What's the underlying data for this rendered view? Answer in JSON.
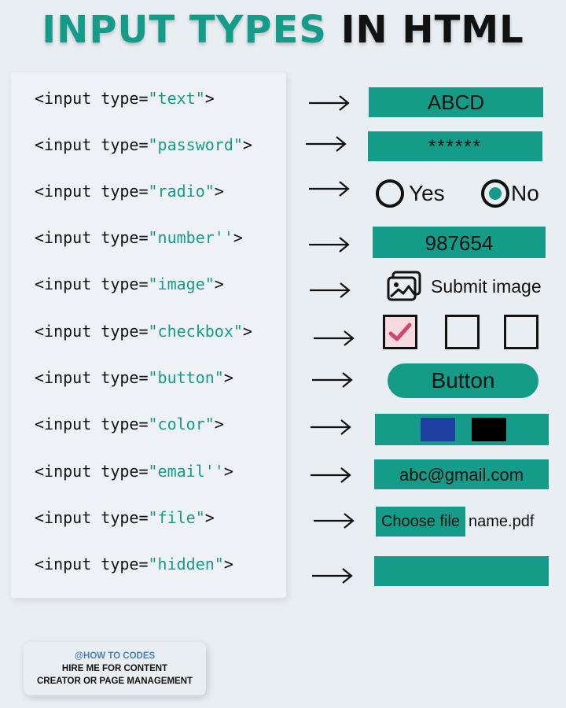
{
  "title": {
    "part1": "INPUT TYPES",
    "part2": "IN HTML"
  },
  "code_prefix": "<input type=",
  "rows": [
    {
      "type": "\"text\"",
      "suffix": ">"
    },
    {
      "type": "\"password\"",
      "suffix": ">"
    },
    {
      "type": "\"radio\"",
      "suffix": ">"
    },
    {
      "type": "\"number''",
      "suffix": ">"
    },
    {
      "type": "\"image\"",
      "suffix": ">"
    },
    {
      "type": "\"checkbox\"",
      "suffix": ">"
    },
    {
      "type": "\"button\"",
      "suffix": ">"
    },
    {
      "type": "\"color\"",
      "suffix": ">"
    },
    {
      "type": "\"email''",
      "suffix": ">"
    },
    {
      "type": "\"file\"",
      "suffix": ">"
    },
    {
      "type": "\"hidden\"",
      "suffix": ">"
    }
  ],
  "examples": {
    "text_value": "ABCD",
    "password_value": "******",
    "radio": {
      "option1": "Yes",
      "option2": "No",
      "selected": "No"
    },
    "number_value": "987654",
    "image_label": "Submit image",
    "checkbox_states": [
      true,
      false,
      false
    ],
    "button_label": "Button",
    "color_swatches": [
      "#1f3fa3",
      "#000000"
    ],
    "email_value": "abc@gmail.com",
    "file": {
      "button_label": "Choose file",
      "file_name": "name.pdf"
    },
    "hidden_value": ""
  },
  "footer": {
    "handle": "@HOW TO CODES",
    "line1": "HIRE ME FOR CONTENT",
    "line2": "CREATOR OR PAGE MANAGEMENT"
  },
  "colors": {
    "accent": "#149c88",
    "text": "#111111",
    "background": "#e9eef3",
    "checkbox_fill": "#f6d9e1",
    "check_mark": "#d0456b"
  },
  "icons": {
    "arrow": "long-right-arrow-icon",
    "image": "image-gallery-icon",
    "check": "check-mark-icon"
  }
}
